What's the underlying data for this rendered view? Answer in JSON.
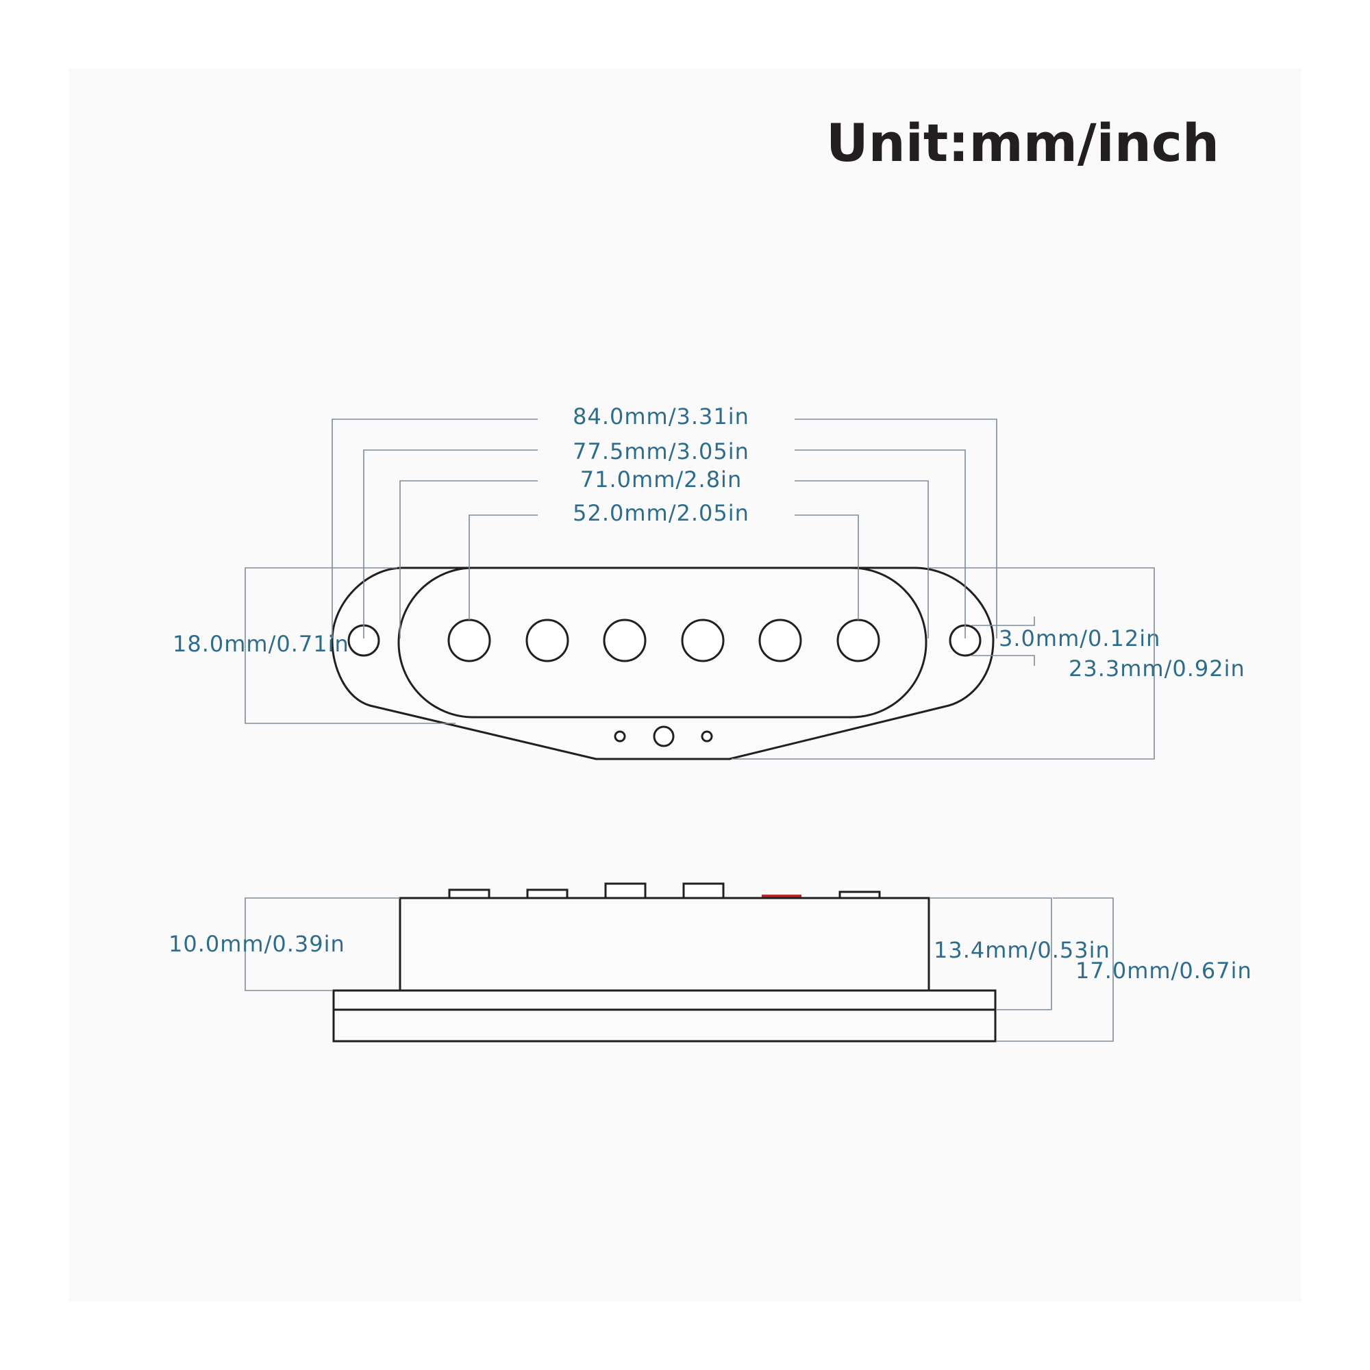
{
  "title": "Unit:mm/inch",
  "colors": {
    "background": "#fafafa",
    "outline": "#231f20",
    "dimension_text": "#2e6c8c",
    "dimension_line": "#7f8c99",
    "accent_pole": "#b22a2a"
  },
  "top_view": {
    "dims": {
      "overall_length": "84.0mm/3.31in",
      "mount_hole_spacing": "77.5mm/3.05in",
      "cover_length": "71.0mm/2.8in",
      "pole_spacing": "52.0mm/2.05in",
      "cover_width": "18.0mm/0.71in",
      "mount_hole_diameter": "3.0mm/0.12in",
      "overall_width": "23.3mm/0.92in"
    },
    "pole_count": 6
  },
  "side_view": {
    "dims": {
      "cover_height": "10.0mm/0.39in",
      "height_to_base": "13.4mm/0.53in",
      "overall_height": "17.0mm/0.67in"
    }
  }
}
